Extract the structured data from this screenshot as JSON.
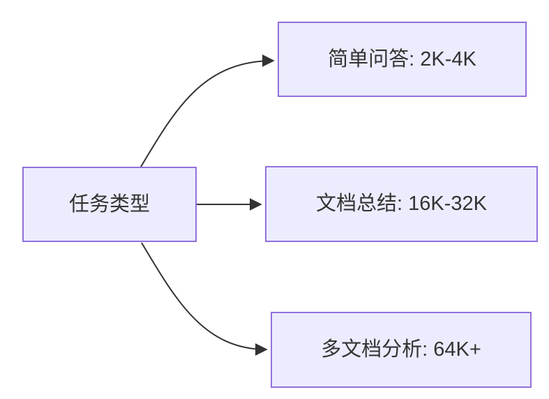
{
  "diagram": {
    "type": "flowchart-left-to-right",
    "root": {
      "label": "任务类型"
    },
    "children": [
      {
        "label": "简单问答: 2K-4K"
      },
      {
        "label": "文档总结: 16K-32K"
      },
      {
        "label": "多文档分析: 64K+"
      }
    ],
    "edges": [
      {
        "from": "任务类型",
        "to": "简单问答: 2K-4K"
      },
      {
        "from": "任务类型",
        "to": "文档总结: 16K-32K"
      },
      {
        "from": "任务类型",
        "to": "多文档分析: 64K+"
      }
    ],
    "colors": {
      "node_fill": "#ECECFF",
      "node_border": "#9370DB",
      "text": "#333333",
      "arrow": "#333333",
      "background": "#FFFFFF"
    }
  }
}
